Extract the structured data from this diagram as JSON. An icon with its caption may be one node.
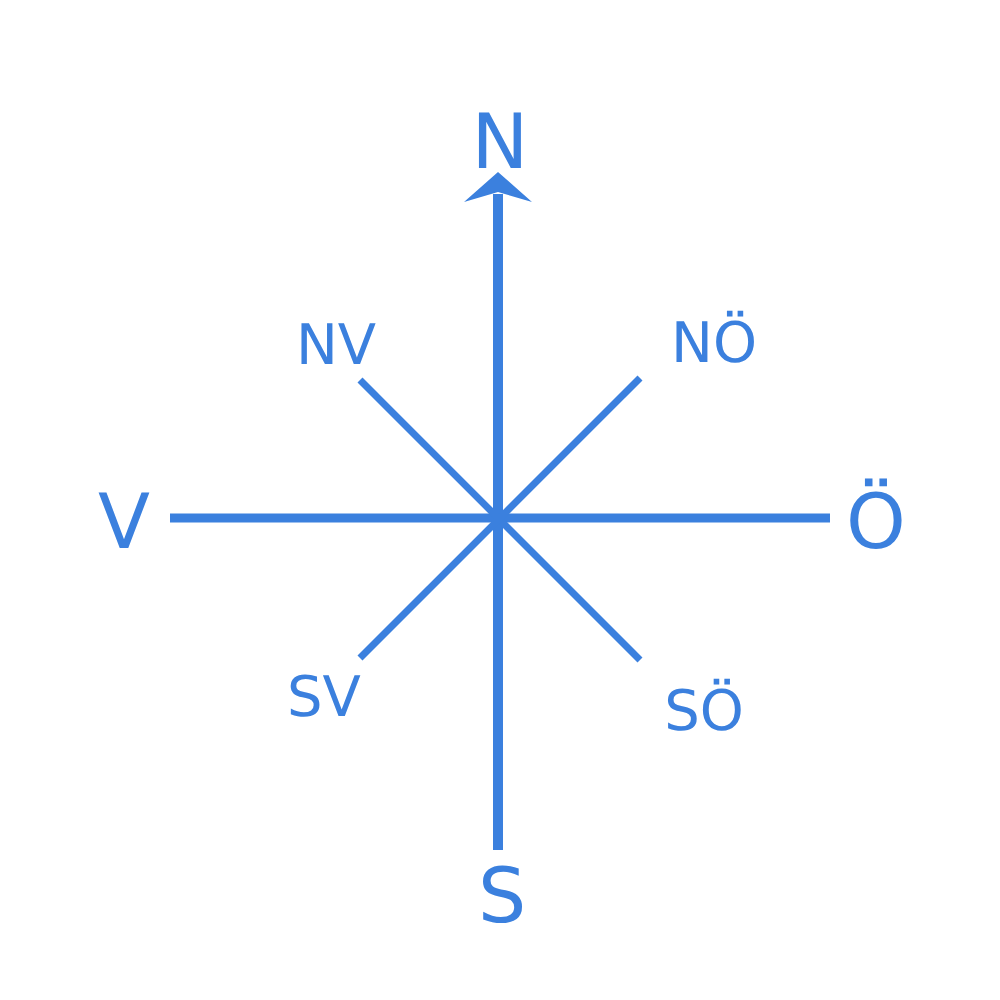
{
  "diagram": {
    "labels": [
      "N",
      "NV",
      "NÖ",
      "V",
      "Ö",
      "SV",
      "SÖ",
      "S"
    ]
  }
}
